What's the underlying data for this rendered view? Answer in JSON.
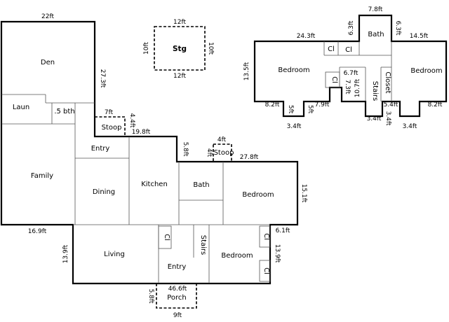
{
  "rooms": {
    "den": "Den",
    "laun": "Laun",
    "half_bath": ".5 bth",
    "family": "Family",
    "entry_main": "Entry",
    "dining": "Dining",
    "kitchen": "Kitchen",
    "bath_main": "Bath",
    "bedroom_main": "Bedroom",
    "living": "Living",
    "cl_living": "Cl",
    "stairs_main": "Stairs",
    "entry_lower": "Entry",
    "bedroom_lower": "Bedroom",
    "cl_lower_1": "Cl",
    "cl_lower_2": "Cl",
    "porch": "Porch",
    "stoop_left": "Stoop",
    "stoop_right": "Stoop",
    "storage": "Stg",
    "bedroom_up_left": "Bedroom",
    "cl_up_1": "Cl",
    "cl_up_2": "Cl",
    "cl_up_3": "Cl",
    "bath_up": "Bath",
    "stairs_up": "Stairs",
    "closet_up": "Closet",
    "bedroom_up_right": "Bedroom"
  },
  "dimensions": {
    "d22": "22ft",
    "d27_3": "27.3ft",
    "d7": "7ft",
    "d4_4": "4.4ft",
    "d19_8": "19.8ft",
    "d5_8_kitchen": "5.8ft",
    "d4_stoop_w": "4ft",
    "d4_stoop_h": "4ft",
    "d27_8": "27.8ft",
    "d15_1": "15.1ft",
    "d16_9": "16.9ft",
    "d13_9_left": "13.9ft",
    "d6_1": "6.1ft",
    "d13_9_right": "13.9ft",
    "d46_6": "46.6ft",
    "d5_8_porch": "5.8ft",
    "d9": "9ft",
    "stg_top": "12ft",
    "stg_bottom": "12ft",
    "stg_left": "10ft",
    "stg_right": "10ft",
    "up_7_8": "7.8ft",
    "up_6_3_l": "6.3ft",
    "up_6_3_r": "6.3ft",
    "up_24_3": "24.3ft",
    "up_14_5": "14.5ft",
    "up_13_5": "13.5ft",
    "up_6_7": "6.7ft",
    "up_7_3": "7.3ft",
    "up_10_7": "10.7ft",
    "up_8_2_l": "8.2ft",
    "up_5_l": "5ft",
    "up_7_9": "7.9ft",
    "up_3_4_a": "3.4ft",
    "up_5_4": "5.4ft",
    "up_3_4_v": "3.4ft",
    "up_5_r": "5ft",
    "up_8_2_r": "8.2ft",
    "up_3_4_b": "3.4ft",
    "up_3_4_c": "3.4ft"
  }
}
